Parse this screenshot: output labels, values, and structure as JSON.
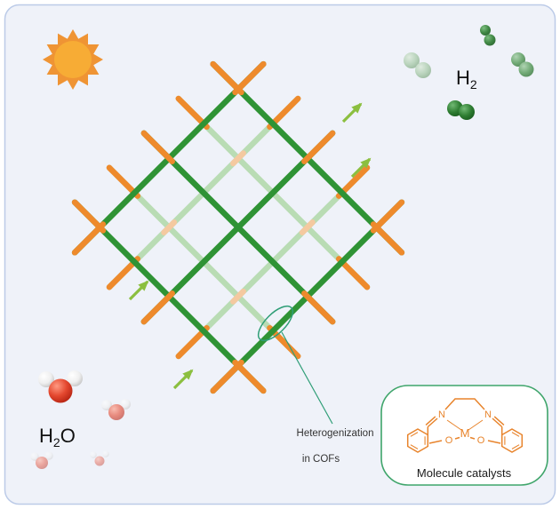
{
  "labels": {
    "h2": {
      "base": "H",
      "sub": "2"
    },
    "h2o": {
      "base": "H",
      "sub": "2",
      "oxygen": "O"
    }
  },
  "callout": {
    "line1": "Heterogenization",
    "line2": "in COFs"
  },
  "catalyst": {
    "label": "Molecule catalysts",
    "n_left": "N",
    "n_right": "N",
    "metal": "M",
    "o_left": "O",
    "o_right": "O"
  },
  "colors": {
    "panel_background": "#eff2f9",
    "panel_border": "#bccbe8",
    "rod_green": "#2f9335",
    "rod_green_pale": "#b9dcb4",
    "rod_orange": "#ee8a2c",
    "rod_orange_pale": "#f4c9a0",
    "arrow_green": "#8bbf3f",
    "callout_green": "#2f9e77",
    "box_border_green": "#3fa56b",
    "structure_orange": "#e8842c",
    "sun_body": "#f7ac35",
    "sun_rays": "#ef9434",
    "h2_dark_green": "#2e7d32",
    "water_red": "#d0301c",
    "text_dark": "#222222"
  }
}
